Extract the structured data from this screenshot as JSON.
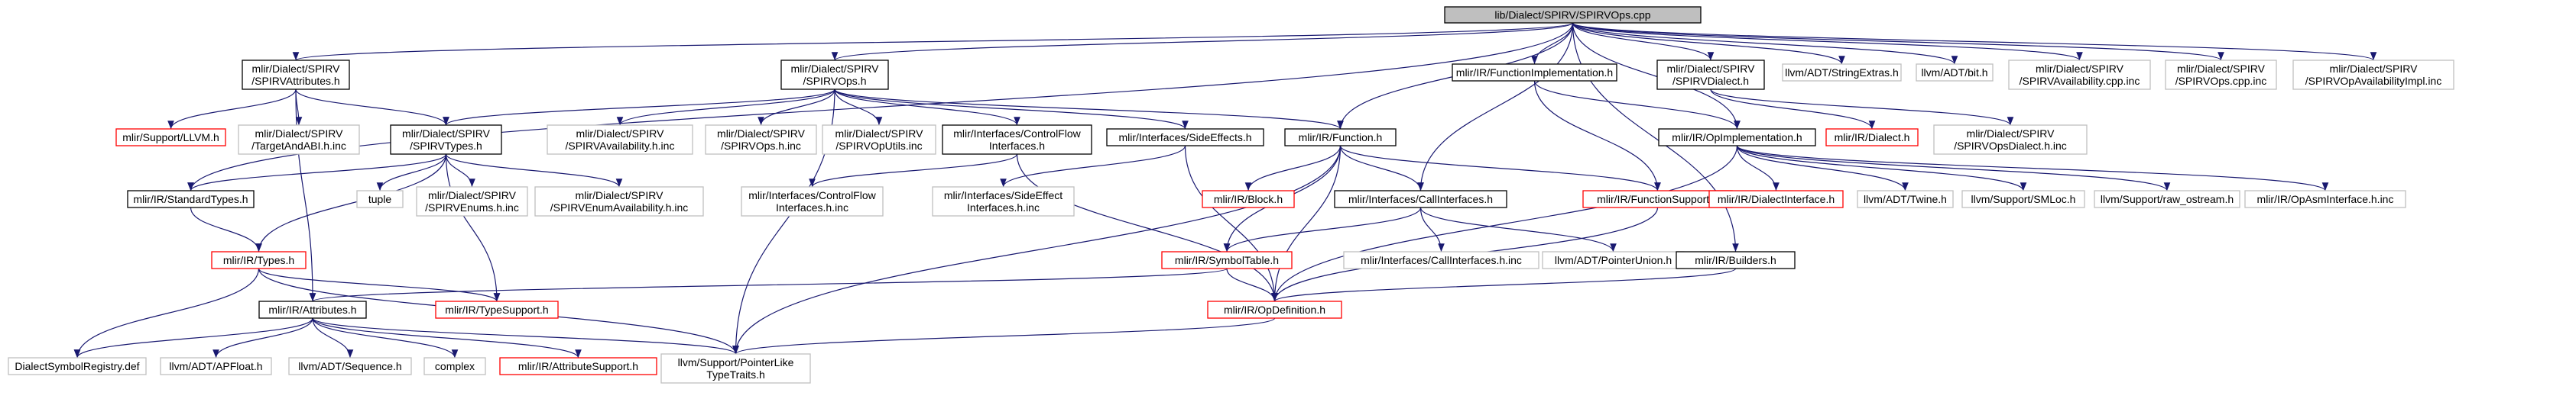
{
  "colors": {
    "root_fill": "#bfbfbf",
    "documented_border": "#000000",
    "external_border": "#bfbfbf",
    "undocumented_border": "#ff0000",
    "edge": "#191970",
    "text": "#000000",
    "background": "#ffffff"
  },
  "nodes": [
    {
      "id": "root",
      "kind": "root",
      "lines": [
        "lib/Dialect/SPIRV/SPIRVOps.cpp"
      ]
    },
    {
      "id": "spirv_attributes",
      "kind": "documented",
      "lines": [
        "mlir/Dialect/SPIRV",
        "/SPIRVAttributes.h"
      ]
    },
    {
      "id": "spirv_ops",
      "kind": "documented",
      "lines": [
        "mlir/Dialect/SPIRV",
        "/SPIRVOps.h"
      ]
    },
    {
      "id": "function_implementation",
      "kind": "documented",
      "lines": [
        "mlir/IR/FunctionImplementation.h"
      ]
    },
    {
      "id": "spirv_dialect",
      "kind": "documented",
      "lines": [
        "mlir/Dialect/SPIRV",
        "/SPIRVDialect.h"
      ]
    },
    {
      "id": "string_extras",
      "kind": "external",
      "lines": [
        "llvm/ADT/StringExtras.h"
      ]
    },
    {
      "id": "bit",
      "kind": "external",
      "lines": [
        "llvm/ADT/bit.h"
      ]
    },
    {
      "id": "spirv_availability_cpp",
      "kind": "external",
      "lines": [
        "mlir/Dialect/SPIRV",
        "/SPIRVAvailability.cpp.inc"
      ]
    },
    {
      "id": "spirv_ops_cpp_inc",
      "kind": "external",
      "lines": [
        "mlir/Dialect/SPIRV",
        "/SPIRVOps.cpp.inc"
      ]
    },
    {
      "id": "spirv_op_avail_impl",
      "kind": "external",
      "lines": [
        "mlir/Dialect/SPIRV",
        "/SPIRVOpAvailabilityImpl.inc"
      ]
    },
    {
      "id": "support_llvm",
      "kind": "undocumented",
      "lines": [
        "mlir/Support/LLVM.h"
      ]
    },
    {
      "id": "target_and_abi",
      "kind": "external",
      "lines": [
        "mlir/Dialect/SPIRV",
        "/TargetAndABI.h.inc"
      ]
    },
    {
      "id": "spirv_types",
      "kind": "documented",
      "lines": [
        "mlir/Dialect/SPIRV",
        "/SPIRVTypes.h"
      ]
    },
    {
      "id": "spirv_availability_inc",
      "kind": "external",
      "lines": [
        "mlir/Dialect/SPIRV",
        "/SPIRVAvailability.h.inc"
      ]
    },
    {
      "id": "spirv_ops_h_inc",
      "kind": "external",
      "lines": [
        "mlir/Dialect/SPIRV",
        "/SPIRVOps.h.inc"
      ]
    },
    {
      "id": "spirv_op_utils",
      "kind": "external",
      "lines": [
        "mlir/Dialect/SPIRV",
        "/SPIRVOpUtils.inc"
      ]
    },
    {
      "id": "control_flow_interfaces",
      "kind": "documented",
      "lines": [
        "mlir/Interfaces/ControlFlow",
        "Interfaces.h"
      ]
    },
    {
      "id": "side_effects",
      "kind": "documented",
      "lines": [
        "mlir/Interfaces/SideEffects.h"
      ]
    },
    {
      "id": "function_h",
      "kind": "documented",
      "lines": [
        "mlir/IR/Function.h"
      ]
    },
    {
      "id": "op_implementation",
      "kind": "documented",
      "lines": [
        "mlir/IR/OpImplementation.h"
      ]
    },
    {
      "id": "ir_dialect",
      "kind": "undocumented",
      "lines": [
        "mlir/IR/Dialect.h"
      ]
    },
    {
      "id": "spirv_ops_dialect_inc",
      "kind": "external",
      "lines": [
        "mlir/Dialect/SPIRV",
        "/SPIRVOpsDialect.h.inc"
      ]
    },
    {
      "id": "standard_types",
      "kind": "documented",
      "lines": [
        "mlir/IR/StandardTypes.h"
      ]
    },
    {
      "id": "tuple",
      "kind": "external",
      "lines": [
        "tuple"
      ]
    },
    {
      "id": "spirv_enums_inc",
      "kind": "external",
      "lines": [
        "mlir/Dialect/SPIRV",
        "/SPIRVEnums.h.inc"
      ]
    },
    {
      "id": "spirv_enum_avail_inc",
      "kind": "external",
      "lines": [
        "mlir/Dialect/SPIRV",
        "/SPIRVEnumAvailability.h.inc"
      ]
    },
    {
      "id": "control_flow_interfaces_inc",
      "kind": "external",
      "lines": [
        "mlir/Interfaces/ControlFlow",
        "Interfaces.h.inc"
      ]
    },
    {
      "id": "side_effect_interfaces_inc",
      "kind": "external",
      "lines": [
        "mlir/Interfaces/SideEffect",
        "Interfaces.h.inc"
      ]
    },
    {
      "id": "block_h",
      "kind": "undocumented",
      "lines": [
        "mlir/IR/Block.h"
      ]
    },
    {
      "id": "call_interfaces",
      "kind": "documented",
      "lines": [
        "mlir/Interfaces/CallInterfaces.h"
      ]
    },
    {
      "id": "function_support",
      "kind": "undocumented",
      "lines": [
        "mlir/IR/FunctionSupport.h"
      ]
    },
    {
      "id": "dialect_interface",
      "kind": "undocumented",
      "lines": [
        "mlir/IR/DialectInterface.h"
      ]
    },
    {
      "id": "twine",
      "kind": "external",
      "lines": [
        "llvm/ADT/Twine.h"
      ]
    },
    {
      "id": "smloc",
      "kind": "external",
      "lines": [
        "llvm/Support/SMLoc.h"
      ]
    },
    {
      "id": "raw_ostream",
      "kind": "external",
      "lines": [
        "llvm/Support/raw_ostream.h"
      ]
    },
    {
      "id": "op_asm_interface",
      "kind": "external",
      "lines": [
        "mlir/IR/OpAsmInterface.h.inc"
      ]
    },
    {
      "id": "types_h",
      "kind": "undocumented",
      "lines": [
        "mlir/IR/Types.h"
      ]
    },
    {
      "id": "symbol_table",
      "kind": "undocumented",
      "lines": [
        "mlir/IR/SymbolTable.h"
      ]
    },
    {
      "id": "call_interfaces_inc",
      "kind": "external",
      "lines": [
        "mlir/Interfaces/CallInterfaces.h.inc"
      ]
    },
    {
      "id": "pointer_union",
      "kind": "external",
      "lines": [
        "llvm/ADT/PointerUnion.h"
      ]
    },
    {
      "id": "builders",
      "kind": "documented",
      "lines": [
        "mlir/IR/Builders.h"
      ]
    },
    {
      "id": "attributes_h",
      "kind": "documented",
      "lines": [
        "mlir/IR/Attributes.h"
      ]
    },
    {
      "id": "type_support",
      "kind": "undocumented",
      "lines": [
        "mlir/IR/TypeSupport.h"
      ]
    },
    {
      "id": "op_definition",
      "kind": "undocumented",
      "lines": [
        "mlir/IR/OpDefinition.h"
      ]
    },
    {
      "id": "dialect_symbol_registry",
      "kind": "external",
      "lines": [
        "DialectSymbolRegistry.def"
      ]
    },
    {
      "id": "apfloat",
      "kind": "external",
      "lines": [
        "llvm/ADT/APFloat.h"
      ]
    },
    {
      "id": "sequence",
      "kind": "external",
      "lines": [
        "llvm/ADT/Sequence.h"
      ]
    },
    {
      "id": "complex",
      "kind": "external",
      "lines": [
        "complex"
      ]
    },
    {
      "id": "attribute_support",
      "kind": "undocumented",
      "lines": [
        "mlir/IR/AttributeSupport.h"
      ]
    },
    {
      "id": "pointer_like_type_traits",
      "kind": "external",
      "lines": [
        "llvm/Support/PointerLike",
        "TypeTraits.h"
      ]
    }
  ],
  "edges": [
    [
      "root",
      "spirv_attributes"
    ],
    [
      "root",
      "spirv_ops"
    ],
    [
      "root",
      "function_implementation"
    ],
    [
      "root",
      "spirv_dialect"
    ],
    [
      "root",
      "string_extras"
    ],
    [
      "root",
      "bit"
    ],
    [
      "root",
      "spirv_availability_cpp"
    ],
    [
      "root",
      "spirv_ops_cpp_inc"
    ],
    [
      "root",
      "spirv_op_avail_impl"
    ],
    [
      "root",
      "function_h"
    ],
    [
      "root",
      "call_interfaces"
    ],
    [
      "root",
      "builders"
    ],
    [
      "root",
      "op_implementation"
    ],
    [
      "root",
      "standard_types"
    ],
    [
      "spirv_attributes",
      "support_llvm"
    ],
    [
      "spirv_attributes",
      "target_and_abi"
    ],
    [
      "spirv_attributes",
      "spirv_types"
    ],
    [
      "spirv_attributes",
      "attributes_h"
    ],
    [
      "spirv_ops",
      "spirv_types"
    ],
    [
      "spirv_ops",
      "spirv_availability_inc"
    ],
    [
      "spirv_ops",
      "spirv_ops_h_inc"
    ],
    [
      "spirv_ops",
      "spirv_op_utils"
    ],
    [
      "spirv_ops",
      "control_flow_interfaces"
    ],
    [
      "spirv_ops",
      "side_effects"
    ],
    [
      "spirv_ops",
      "function_h"
    ],
    [
      "spirv_ops",
      "pointer_like_type_traits"
    ],
    [
      "function_implementation",
      "function_support"
    ],
    [
      "function_implementation",
      "op_implementation"
    ],
    [
      "spirv_dialect",
      "ir_dialect"
    ],
    [
      "spirv_dialect",
      "spirv_ops_dialect_inc"
    ],
    [
      "spirv_types",
      "standard_types"
    ],
    [
      "spirv_types",
      "tuple"
    ],
    [
      "spirv_types",
      "spirv_enums_inc"
    ],
    [
      "spirv_types",
      "spirv_enum_avail_inc"
    ],
    [
      "spirv_types",
      "types_h"
    ],
    [
      "spirv_types",
      "type_support"
    ],
    [
      "control_flow_interfaces",
      "control_flow_interfaces_inc"
    ],
    [
      "control_flow_interfaces",
      "op_definition"
    ],
    [
      "side_effects",
      "side_effect_interfaces_inc"
    ],
    [
      "side_effects",
      "op_definition"
    ],
    [
      "function_h",
      "block_h"
    ],
    [
      "function_h",
      "call_interfaces"
    ],
    [
      "function_h",
      "function_support"
    ],
    [
      "function_h",
      "symbol_table"
    ],
    [
      "function_h",
      "op_definition"
    ],
    [
      "function_h",
      "pointer_like_type_traits"
    ],
    [
      "op_implementation",
      "dialect_interface"
    ],
    [
      "op_implementation",
      "twine"
    ],
    [
      "op_implementation",
      "smloc"
    ],
    [
      "op_implementation",
      "raw_ostream"
    ],
    [
      "op_implementation",
      "op_asm_interface"
    ],
    [
      "op_implementation",
      "op_definition"
    ],
    [
      "standard_types",
      "types_h"
    ],
    [
      "call_interfaces",
      "symbol_table"
    ],
    [
      "call_interfaces",
      "call_interfaces_inc"
    ],
    [
      "call_interfaces",
      "pointer_union"
    ],
    [
      "function_support",
      "op_definition"
    ],
    [
      "builders",
      "op_definition"
    ],
    [
      "types_h",
      "type_support"
    ],
    [
      "types_h",
      "dialect_symbol_registry"
    ],
    [
      "types_h",
      "pointer_like_type_traits"
    ],
    [
      "symbol_table",
      "op_definition"
    ],
    [
      "symbol_table",
      "attributes_h"
    ],
    [
      "op_definition",
      "pointer_like_type_traits"
    ],
    [
      "attributes_h",
      "dialect_symbol_registry"
    ],
    [
      "attributes_h",
      "apfloat"
    ],
    [
      "attributes_h",
      "sequence"
    ],
    [
      "attributes_h",
      "complex"
    ],
    [
      "attributes_h",
      "attribute_support"
    ],
    [
      "attributes_h",
      "pointer_like_type_traits"
    ]
  ]
}
